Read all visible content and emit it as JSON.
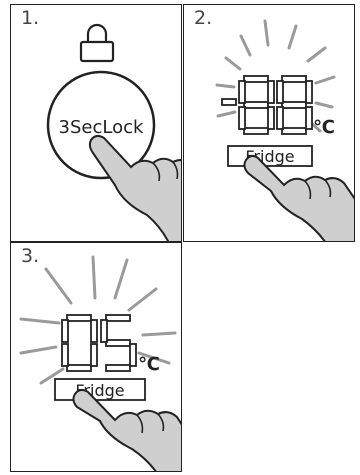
{
  "steps": [
    {
      "number": "1.",
      "circle_label": "3SecLock",
      "icon": "padlock-icon"
    },
    {
      "number": "2.",
      "display": "-88",
      "unit": "℃",
      "button_label": "Fridge"
    },
    {
      "number": "3.",
      "display": "05",
      "unit": "℃",
      "button_label": "Fridge"
    }
  ],
  "colors": {
    "line": "#222222",
    "segment_fill": "#ffffff",
    "ray": "#9a9a9a",
    "hand_fill": "#cfcfcf"
  }
}
